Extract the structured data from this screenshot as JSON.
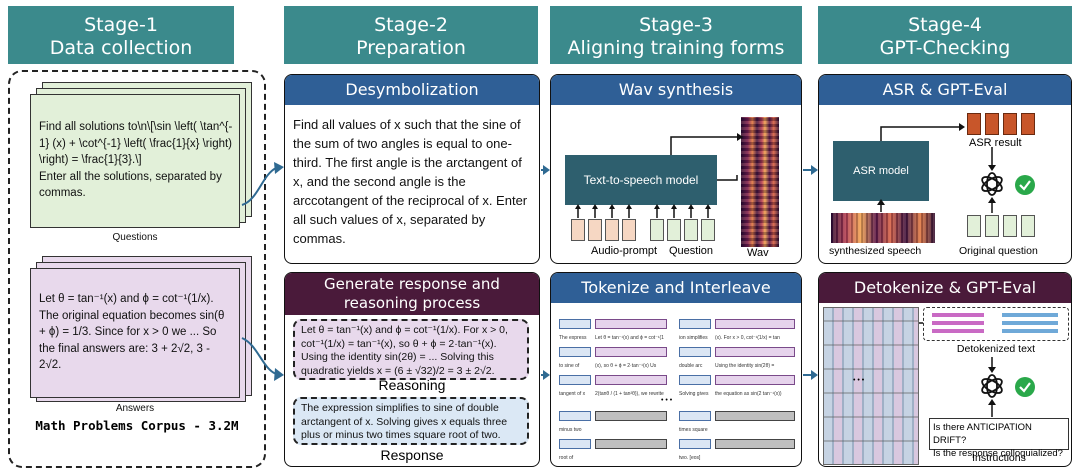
{
  "stages": [
    {
      "line1": "Stage-1",
      "line2": "Data collection"
    },
    {
      "line1": "Stage-2",
      "line2": "Preparation"
    },
    {
      "line1": "Stage-3",
      "line2": "Aligning training forms"
    },
    {
      "line1": "Stage-4",
      "line2": "GPT-Checking"
    }
  ],
  "stage1": {
    "question_text": "Find all solutions to\\n\\[\\sin \\left( \\tan^{-1} (x) + \\cot^{-1} \\left( \\frac{1}{x} \\right) \\right) = \\frac{1}{3}.\\]",
    "question_instruction": "Enter all the solutions, separated by commas.",
    "questions_label": "Questions",
    "answer_text": "Let θ = tan⁻¹(x) and ϕ = cot⁻¹(1/x). The original equation becomes sin(θ + ϕ) = 1/3. Since for x > 0 we  ... So the final answers are: 3 + 2√2, 3 - 2√2.",
    "answers_label": "Answers",
    "corpus_label": "Math Problems  Corpus - 3.2M"
  },
  "stage2": {
    "desym_title": "Desymbolization",
    "desym_text": "Find all values of x such that the sine of the sum of two angles is equal to one-third. The first angle is the arctangent of x, and the second angle is the arccotangent of the reciprocal of x. Enter all such values of x, separated by commas.",
    "gen_title_line1": "Generate response and",
    "gen_title_line2": "reasoning process",
    "reasoning_text": "Let θ = tan⁻¹(x) and ϕ = cot⁻¹(1/x). For x > 0, cot⁻¹(1/x) = tan⁻¹(x), so θ + ϕ = 2·tan⁻¹(x). Using the identity sin(2θ) = ... Solving this quadratic yields x = (6 ± √32)/2 = 3 ± 2√2.",
    "reasoning_label": "Reasoning",
    "response_text": "The expression simplifies to sine of double arctangent of x. Solving gives x equals three plus or minus two times square root of two.",
    "response_label": "Response"
  },
  "stage3": {
    "wav_title": "Wav synthesis",
    "tts_label": "Text-to-speech model",
    "audio_prompt_label": "Audio-prompt",
    "question_label": "Question",
    "wav_label": "Wav",
    "tok_title": "Tokenize and Interleave",
    "tok_snippets": {
      "r1a": "The express",
      "r1b": "Let θ = tan⁻¹(x) and ϕ = cot⁻¹(1",
      "r1c": "ion simplifies",
      "r1d": "(x). For x > 0, cot⁻¹(1/x) = tan",
      "r2a": "to sine of",
      "r2b": "(x), so θ + ϕ = 2·tan⁻¹(x) Us",
      "r2c": "double arc",
      "r2d": "Using the identity sin(2θ) =",
      "r3a": "tangent of x",
      "r3b": "2(tanθ / (1 + tan²θ)), we rewrite",
      "r3c": "Solving gives",
      "r3d": "the equation as sin(2 tan⁻¹(x))",
      "r4a": "minus two",
      "r4c": "times square",
      "r5a": "root of",
      "r5c": "two.  [eos]",
      "dots": "• • •"
    }
  },
  "stage4": {
    "asr_title": "ASR & GPT-Eval",
    "asr_model_label": "ASR model",
    "asr_result_label": "ASR result",
    "synth_label": "synthesized speech",
    "orig_q_label": "Original question",
    "detok_title": "Detokenize & GPT-Eval",
    "detok_text_label": "Detokenized text",
    "instr_q1": "Is there ANTICIPATION DRIFT?",
    "instr_q2": "Is the response colloquialized?",
    "instr_label": "Instructions",
    "dots": "• • •"
  },
  "colors": {
    "stage_header": "#3b8a8c",
    "blue_title": "#2f5f96",
    "purple_title": "#4a1a3a",
    "question_card": "#e2f0d9",
    "answer_card": "#e8d9ec",
    "tts_box": "#2e5f6e",
    "asr_result_bar": "#c8562a",
    "check_green": "#2aa84a",
    "arrow": "#2f6a92"
  },
  "icons": [
    "openai-logo-icon",
    "check-circle-icon",
    "spectrogram-image"
  ]
}
